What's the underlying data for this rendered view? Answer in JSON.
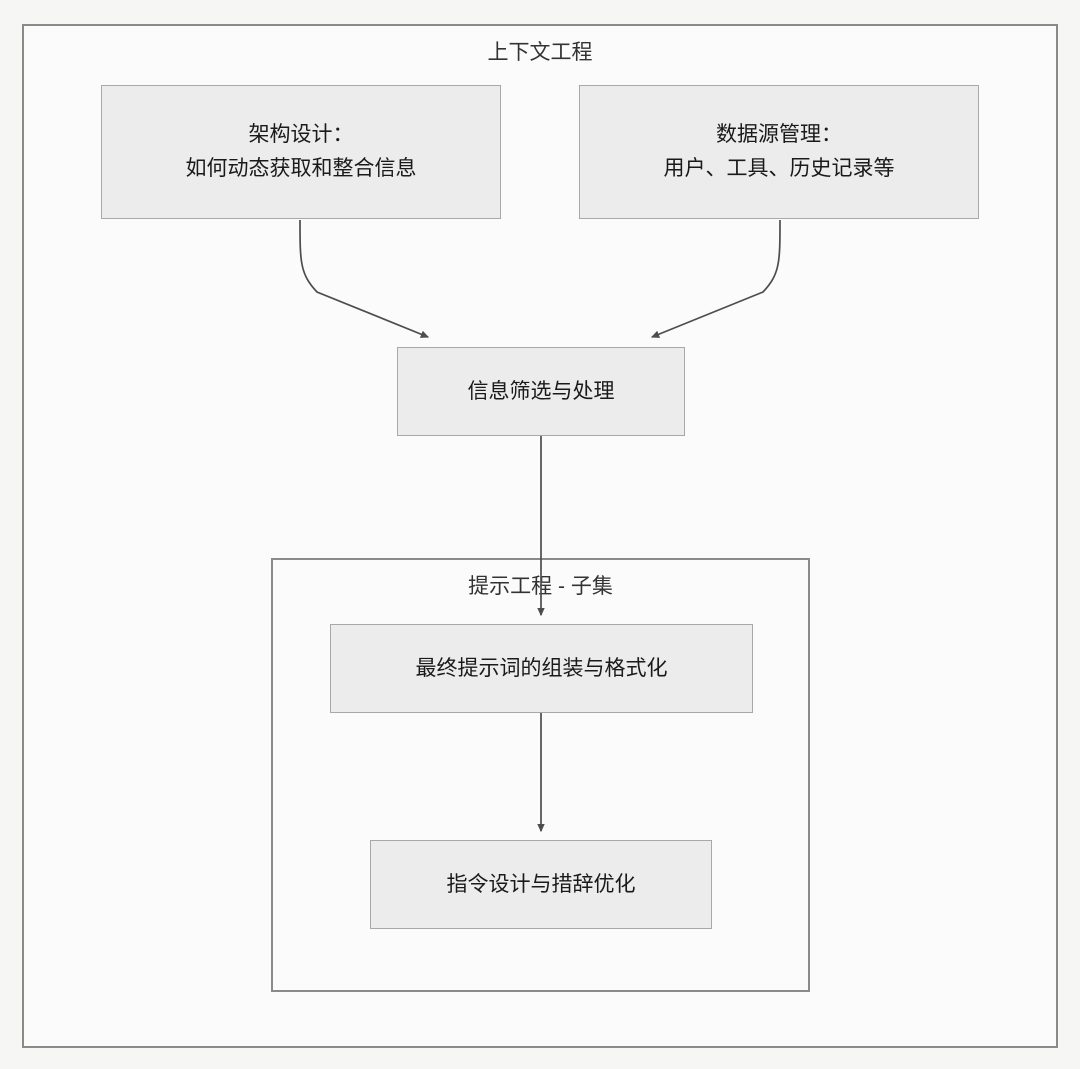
{
  "diagram": {
    "type": "flowchart",
    "direction": "top-down",
    "background_color": "#f6f6f4",
    "node_fill_color": "#ececec",
    "node_border_color": "#a8a8a8",
    "cluster_border_color": "#8a8a8a",
    "cluster_fill_color": "#fbfbfb",
    "edge_color": "#4d4d4d",
    "text_color": "#1a1a1a"
  },
  "clusters": {
    "outer": {
      "id": "context-engineering",
      "title": "上下文工程"
    },
    "sub": {
      "id": "prompt-engineering-subset",
      "title": "提示工程 - 子集"
    }
  },
  "nodes": {
    "architecture": {
      "id": "architecture-design",
      "line1": "架构设计：",
      "line2": "如何动态获取和整合信息"
    },
    "datasource": {
      "id": "data-source-management",
      "line1": "数据源管理：",
      "line2": "用户、工具、历史记录等"
    },
    "filter": {
      "id": "information-filtering",
      "line1": "信息筛选与处理"
    },
    "assembly": {
      "id": "prompt-assembly-formatting",
      "line1": "最终提示词的组装与格式化"
    },
    "instruction": {
      "id": "instruction-design-wording",
      "line1": "指令设计与措辞优化"
    }
  },
  "edges": [
    {
      "id": "edge-architecture-to-filter",
      "from": "architecture-design",
      "to": "information-filtering",
      "style": "curved",
      "arrowhead": "solid"
    },
    {
      "id": "edge-datasource-to-filter",
      "from": "data-source-management",
      "to": "information-filtering",
      "style": "curved",
      "arrowhead": "solid"
    },
    {
      "id": "edge-filter-to-assembly",
      "from": "information-filtering",
      "to": "prompt-assembly-formatting",
      "style": "straight",
      "arrowhead": "solid"
    },
    {
      "id": "edge-assembly-to-instruction",
      "from": "prompt-assembly-formatting",
      "to": "instruction-design-wording",
      "style": "straight",
      "arrowhead": "solid"
    }
  ]
}
